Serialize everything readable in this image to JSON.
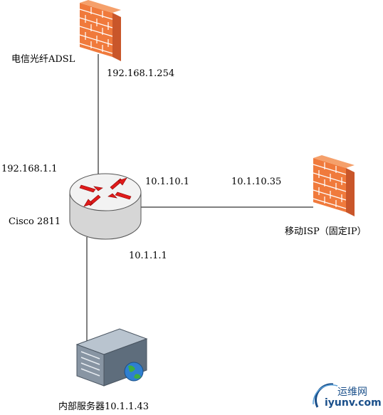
{
  "nodes": {
    "firewall_telecom": {
      "label": "电信光纤ADSL",
      "ip": "192.168.1.254"
    },
    "router": {
      "label": "Cisco 2811",
      "ip_wan": "192.168.1.1",
      "ip_mobile": "10.1.10.1",
      "ip_lan": "10.1.1.1"
    },
    "firewall_mobile": {
      "label": "移动ISP（固定IP）",
      "ip": "10.1.10.35"
    },
    "server": {
      "label": "内部服务器10.1.1.43"
    }
  },
  "watermark": {
    "line1": "运维网",
    "line2": "iyunv.com"
  },
  "colors": {
    "firewall_brick": "#f07a3c",
    "firewall_side": "#c9562a",
    "router_body": "#d9d9d9",
    "arrow_red": "#e01b1b",
    "server_body": "#6d7d8c",
    "watermark": "#1a4f8a"
  }
}
